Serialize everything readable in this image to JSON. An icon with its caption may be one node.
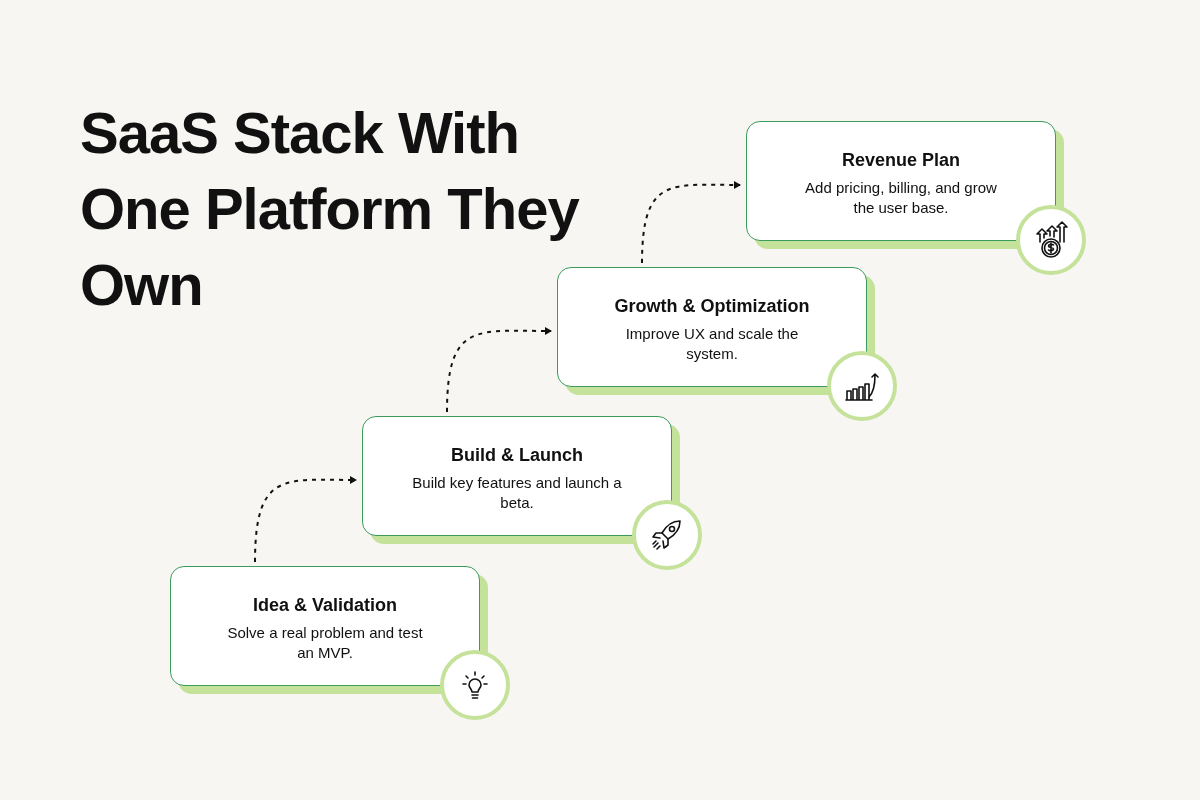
{
  "diagram": {
    "title": "SaaS Stack With One Platform They Own",
    "nodes": [
      {
        "text": [
          "Idea & Validation",
          "Solve a real problem and test an MVP."
        ]
      },
      {
        "text": [
          "Build & Launch",
          "Build key features and launch a beta."
        ]
      },
      {
        "text": [
          "Growth & Optimization",
          "Improve UX and scale the system."
        ]
      },
      {
        "text": [
          "Revenue Plan",
          "Add pricing, billing, and grow the user base."
        ]
      }
    ],
    "edges": [
      {
        "from": 0,
        "to": 1,
        "arrow": "to",
        "style": "dashed"
      },
      {
        "from": 1,
        "to": 2,
        "arrow": "to",
        "style": "dashed"
      },
      {
        "from": 2,
        "to": 3,
        "arrow": "to",
        "style": "dashed"
      }
    ]
  }
}
